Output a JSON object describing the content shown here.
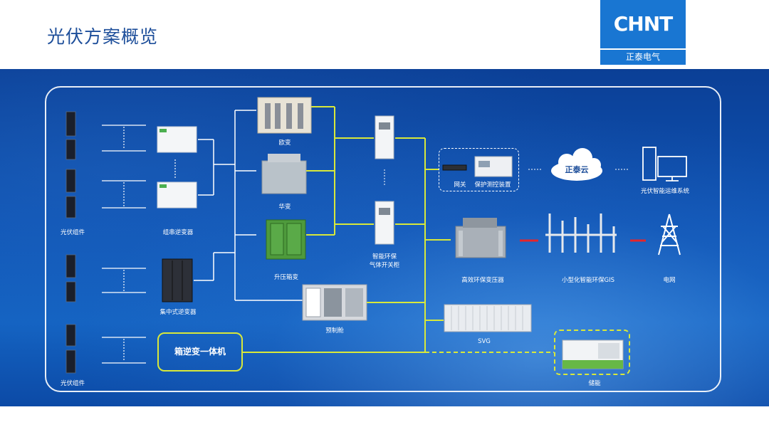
{
  "header": {
    "title": "光伏方案概览"
  },
  "logo": {
    "brand": "CHNT",
    "subtitle": "正泰电气"
  },
  "labels": {
    "pv_module_top": "光伏组件",
    "string_inverter": "组串逆变器",
    "central_inverter": "集中式逆变器",
    "pv_module_bottom": "光伏组件",
    "integrated_box": "箱逆变一体机",
    "euro_box": "欧变",
    "us_box": "华变",
    "step_up_box": "升压箱变",
    "prefab_cabin": "预制舱",
    "gas_switchgear_line1": "智能环保",
    "gas_switchgear_line2": "气体开关柜",
    "gateway": "网关",
    "protection_device": "保护测控装置",
    "cloud": "正泰云",
    "om_system": "光伏智能运维系统",
    "transformer": "高效环保变压器",
    "gis": "小型化智能环保GIS",
    "grid": "电网",
    "svg": "SVG",
    "storage": "储能"
  },
  "colors": {
    "accent_line": "#d8e83a",
    "red_link": "#e5252a",
    "panel_blue": "#0f54b4",
    "title_blue": "#1d4e9a",
    "logo_blue": "#1976d2"
  },
  "icons": [
    "pv-panel-icon",
    "string-inverter-icon",
    "central-inverter-icon",
    "box-transformer-icon",
    "switchgear-icon",
    "gateway-icon",
    "protection-device-icon",
    "cloud-icon",
    "computer-icon",
    "power-transformer-icon",
    "gis-icon",
    "transmission-tower-icon",
    "svg-container-icon",
    "storage-container-icon"
  ]
}
